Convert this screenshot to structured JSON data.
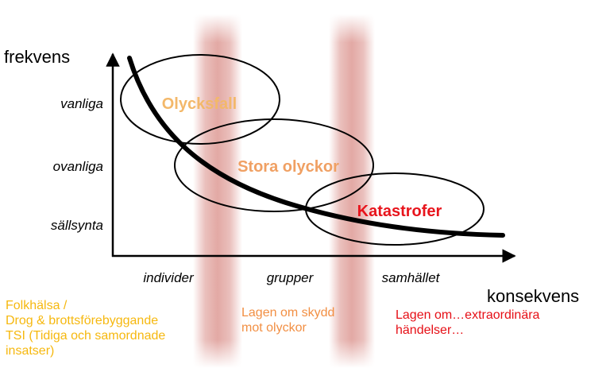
{
  "colors": {
    "band": "#d98c86",
    "olycksfall": "#f3b86a",
    "stora_olyckor": "#f0a063",
    "katastrofer": "#e8141c",
    "note_left": "#f6b80f",
    "note_mid": "#f28f43",
    "note_right": "#e60f16",
    "ink": "#000000"
  },
  "axes": {
    "y_label": "frekvens",
    "x_label": "konsekvens",
    "y_ticks": [
      "vanliga",
      "ovanliga",
      "sällsynta"
    ],
    "x_ticks": [
      "individer",
      "grupper",
      "samhället"
    ]
  },
  "regions": {
    "olycksfall": "Olycksfall",
    "stora_olyckor": "Stora olyckor",
    "katastrofer": "Katastrofer"
  },
  "notes": {
    "left": [
      "Folkhälsa /",
      "Drog & brottsförebyggande",
      "TSI (Tidiga och samordnade",
      "insatser)"
    ],
    "mid": [
      "Lagen om skydd",
      "mot olyckor"
    ],
    "right": [
      "Lagen om…extraordinära",
      "händelser…"
    ]
  }
}
